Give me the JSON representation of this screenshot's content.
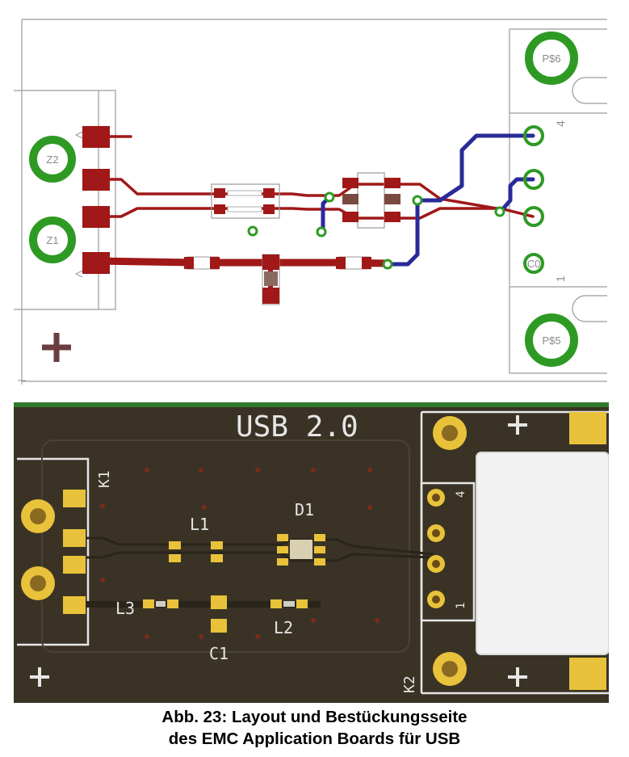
{
  "layout": {
    "pads_left": [
      "Z2",
      "Z1"
    ],
    "pads_right": [
      "P$6",
      "P$5"
    ],
    "pin_marks": [
      "4",
      "1"
    ],
    "con_label": "C0",
    "colors": {
      "trace_top": "#a01818",
      "trace_bottom": "#2a2a9a",
      "via": "#2e9a24",
      "outline": "#9a9a9a"
    }
  },
  "photo": {
    "title": "USB 2.0",
    "labels": {
      "k1": "K1",
      "k2": "K2",
      "l1": "L1",
      "l2": "L2",
      "l3": "L3",
      "d1": "D1",
      "c1": "C1",
      "pin4": "4",
      "pin1": "1"
    },
    "colors": {
      "board": "#3a3325",
      "gold": "#e8c23a",
      "silk": "#e6e6e6"
    }
  },
  "caption": {
    "line1": "Abb. 23: Layout und Bestückungsseite",
    "line2": "des EMC Application Boards für USB"
  }
}
